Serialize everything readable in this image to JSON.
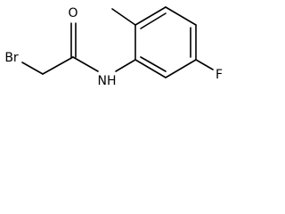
{
  "molecule": {
    "atoms": {
      "bromine": "Br",
      "oxygen": "O",
      "amide_nitrogen": "NH",
      "fluorine": "F"
    }
  }
}
